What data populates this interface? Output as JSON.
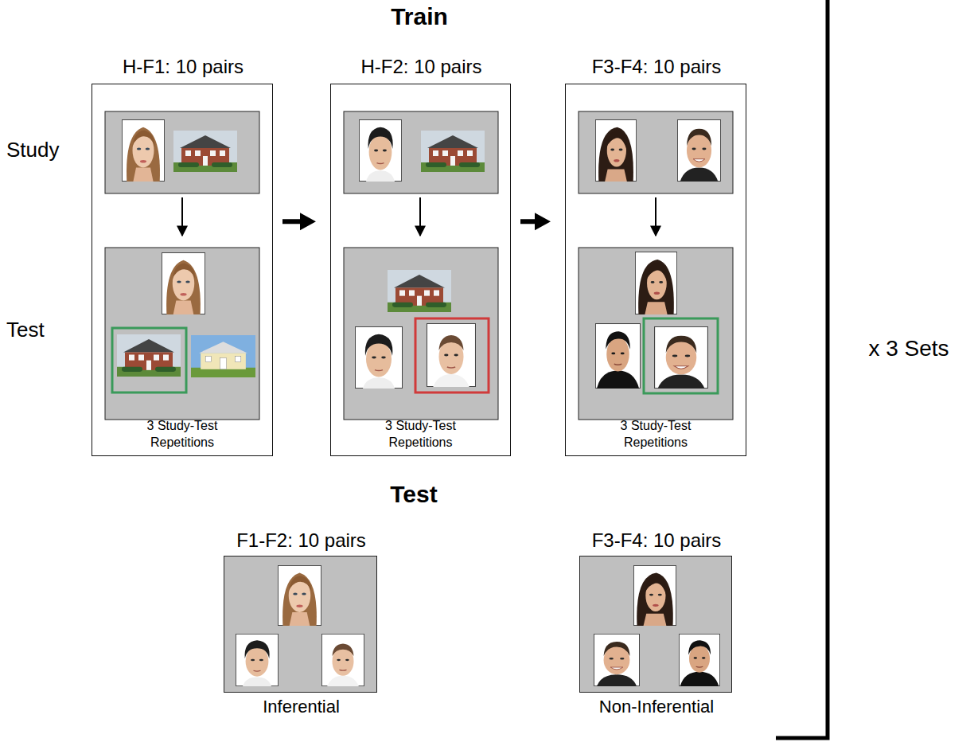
{
  "diagram": {
    "title": "Train",
    "nodes": [
      {
        "text": [
          "H-F1: 10 pairs",
          "3 Study-Test Repetitions"
        ]
      },
      {
        "text": [
          "H-F2: 10 pairs",
          "3 Study-Test Repetitions"
        ]
      },
      {
        "text": [
          "F3-F4: 10 pairs",
          "3 Study-Test Repetitions"
        ]
      },
      {
        "text": [
          "F1-F2: 10 pairs",
          "Inferential"
        ]
      },
      {
        "text": [
          "F3-F4: 10 pairs",
          "Non-Inferential"
        ]
      }
    ],
    "edges": [
      {
        "from": 0,
        "to": 1,
        "arrow": "to"
      },
      {
        "from": 1,
        "to": 2,
        "arrow": "to"
      }
    ],
    "labels": [
      "Study",
      "Test",
      "Test",
      "x 3 Sets"
    ]
  }
}
